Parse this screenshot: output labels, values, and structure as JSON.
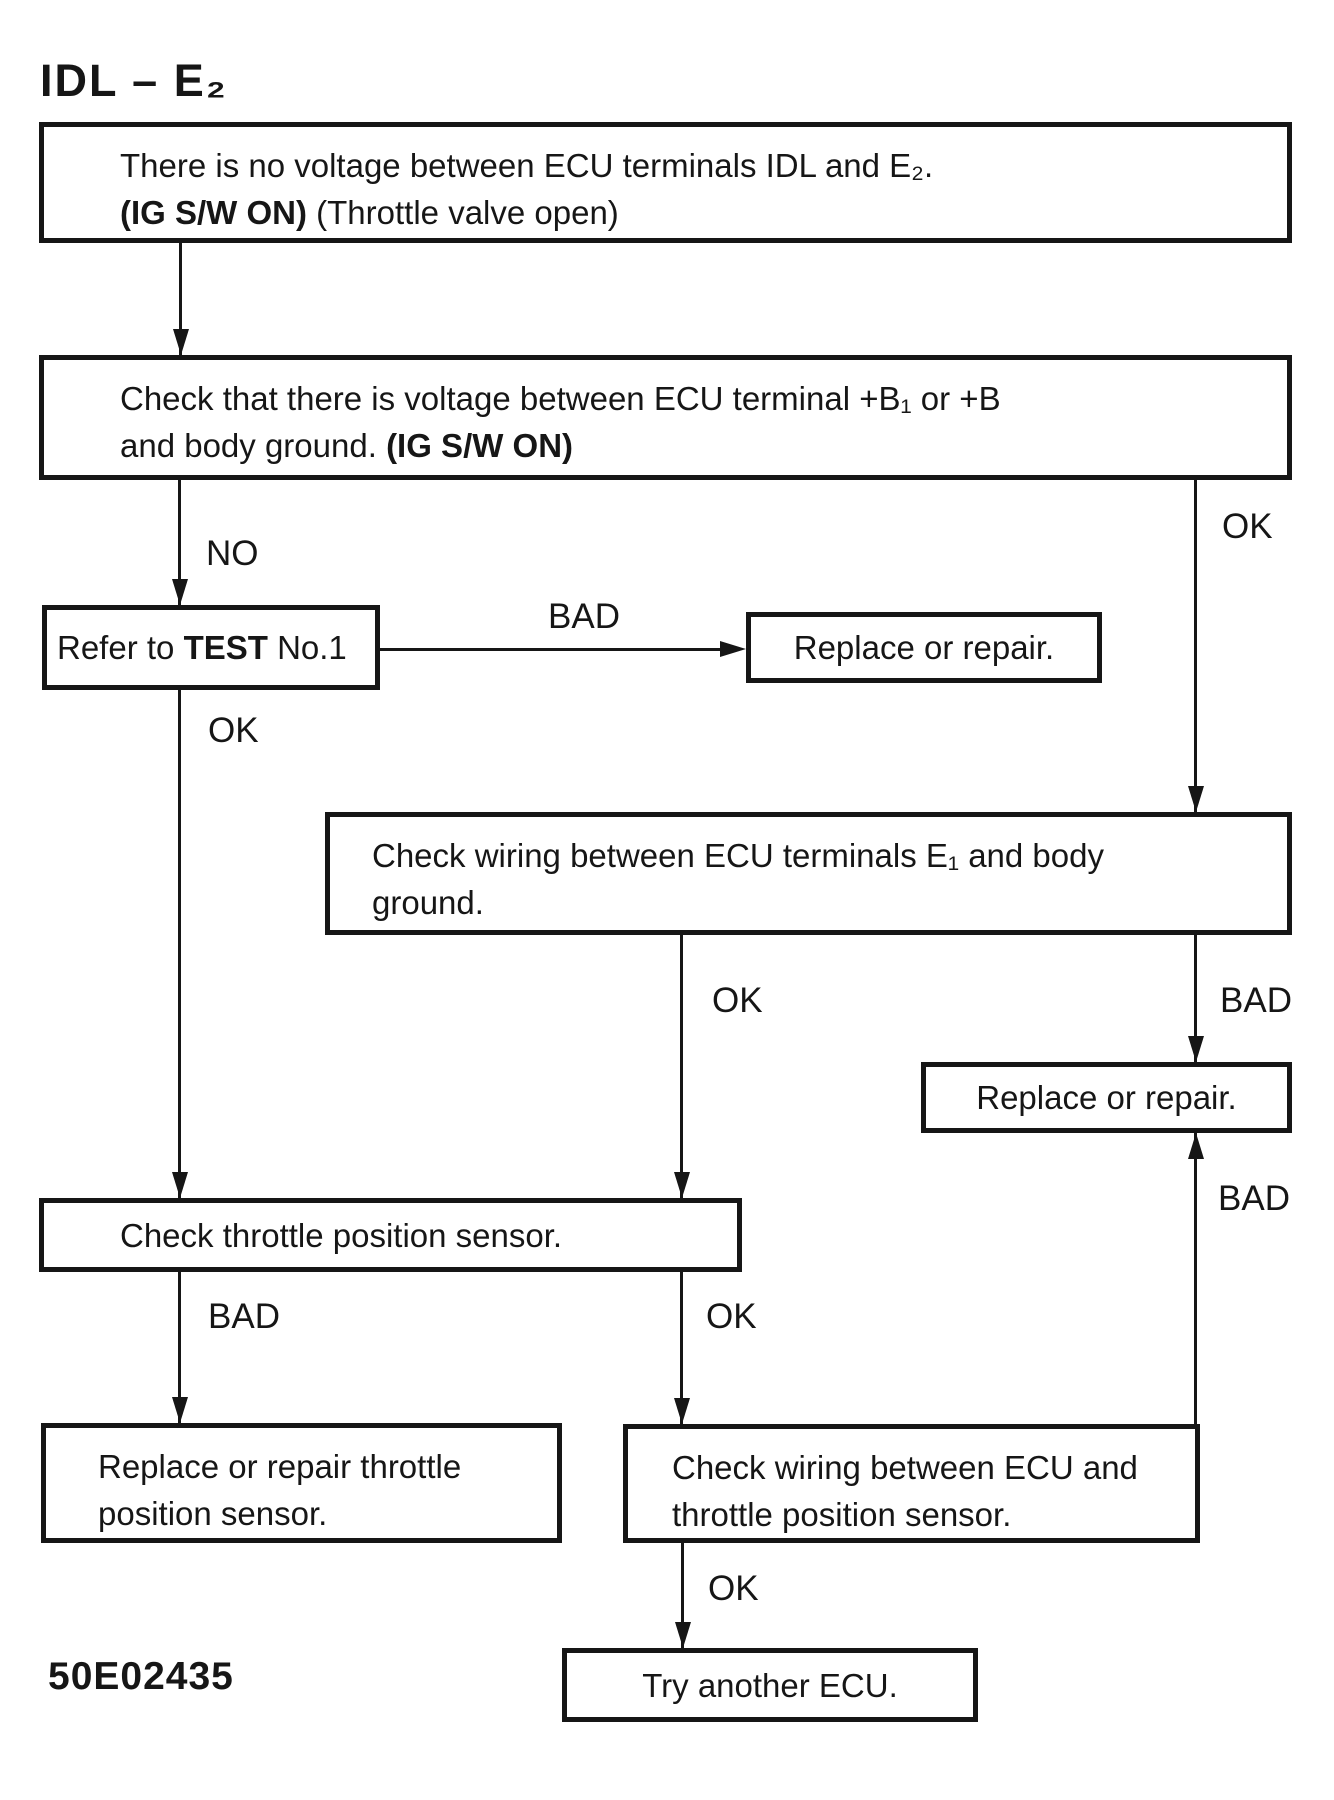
{
  "title": "IDL – E₂",
  "footer_code": "50E02435",
  "colors": {
    "ink": "#161616",
    "paper": "#ffffff"
  },
  "nodes": {
    "problem": {
      "line1": "There is no voltage between ECU terminals IDL and E₂.",
      "line2_bold": "(IG S/W ON)",
      "line2_rest": "(Throttle valve open)"
    },
    "check_b_voltage": {
      "line1": "Check that there is voltage between ECU terminal +B₁ or +B",
      "line2_rest": "and body ground.",
      "line2_bold": "(IG S/W ON)"
    },
    "refer_test": {
      "pre": "Refer to",
      "bold": "TEST",
      "post": "No.1"
    },
    "replace_or_repair_1": {
      "text": "Replace or repair."
    },
    "check_wiring_e1": {
      "line1": "Check wiring between ECU terminals E₁ and body",
      "line2": "ground."
    },
    "replace_or_repair_2": {
      "text": "Replace or repair."
    },
    "check_throttle_sensor": {
      "text": "Check throttle position sensor."
    },
    "replace_throttle_sensor": {
      "line1": "Replace or repair throttle",
      "line2": "position sensor."
    },
    "check_wiring_tps": {
      "line1": "Check wiring between ECU and",
      "line2": "throttle position sensor."
    },
    "try_another_ecu": {
      "text": "Try another ECU."
    }
  },
  "edge_labels": {
    "no_from_check_b": "NO",
    "ok_from_check_b": "OK",
    "bad_from_refer": "BAD",
    "ok_from_refer": "OK",
    "ok_from_wiring_e1": "OK",
    "bad_from_wiring_e1": "BAD",
    "bad_to_replace_2": "BAD",
    "bad_from_throttle": "BAD",
    "ok_from_throttle": "OK",
    "ok_from_wiring_tps": "OK"
  }
}
